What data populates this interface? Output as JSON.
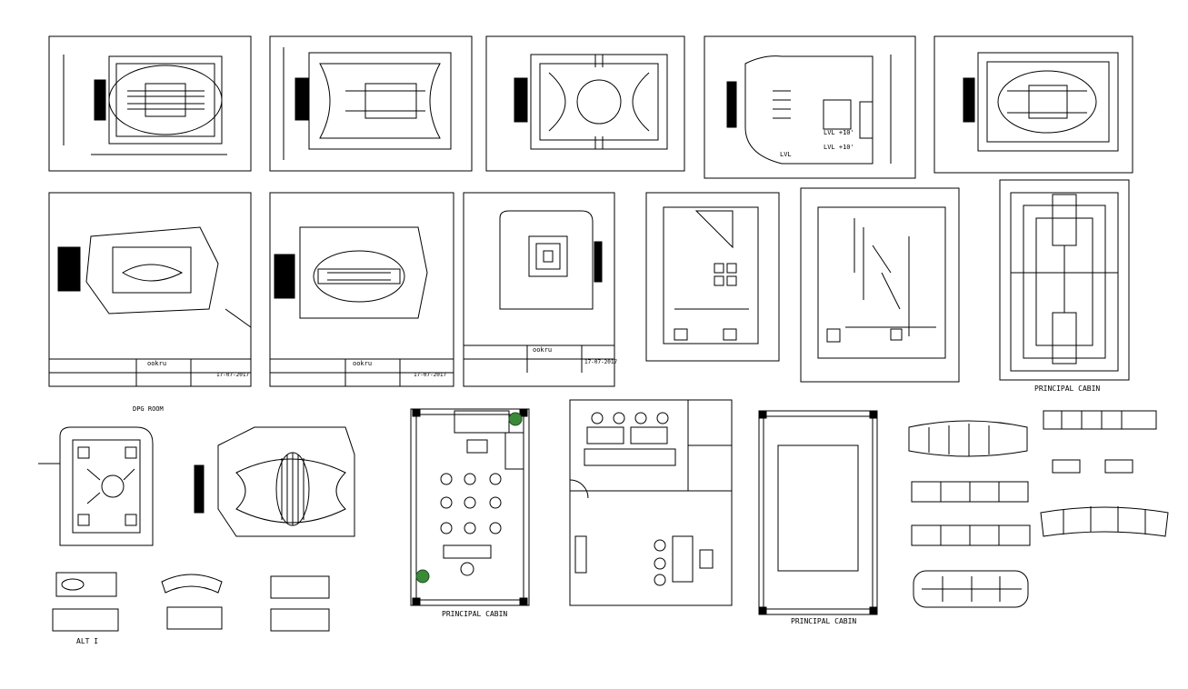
{
  "drawing": {
    "labels": {
      "principal_cabin_1": "PRINCIPAL CABIN",
      "principal_cabin_2": "PRINCIPAL CABIN",
      "principal_cabin_3": "PRINCIPAL CABIN",
      "dpg_room": "DPG ROOM",
      "alt": "ALT I",
      "level_1": "LVL +10'",
      "level_2": "LVL +10'",
      "level_3": "LVL"
    },
    "title_blocks": [
      {
        "brand": "ookru",
        "date": "17-07-2017"
      },
      {
        "brand": "ookru",
        "date": "17-07-2017"
      },
      {
        "brand": "ookru",
        "date": "17-07-2017"
      }
    ],
    "colors": {
      "line": "#000000",
      "paper": "#ffffff",
      "plant": "#3a8a3a"
    }
  }
}
